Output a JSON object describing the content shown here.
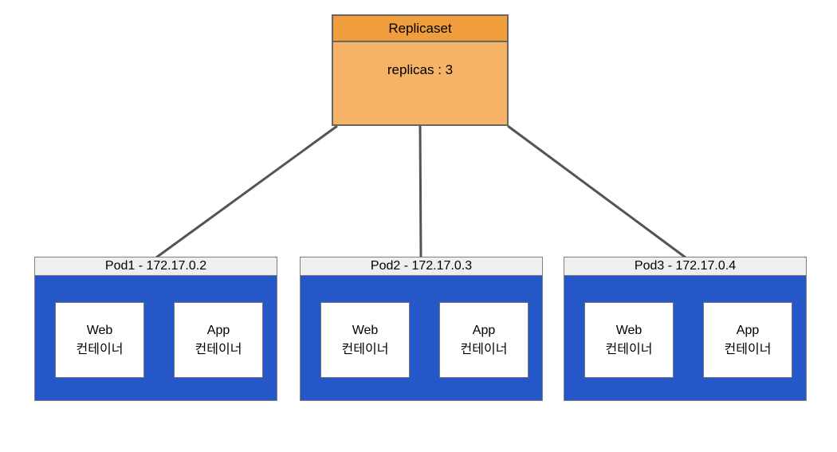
{
  "replicaset": {
    "title": "Replicaset",
    "replicas_label": "replicas : 3"
  },
  "pods": [
    {
      "title": "Pod1 - 172.17.0.2",
      "containers": [
        {
          "name": "Web",
          "label": "컨테이너"
        },
        {
          "name": "App",
          "label": "컨테이너"
        }
      ]
    },
    {
      "title": "Pod2 - 172.17.0.3",
      "containers": [
        {
          "name": "Web",
          "label": "컨테이너"
        },
        {
          "name": "App",
          "label": "컨테이너"
        }
      ]
    },
    {
      "title": "Pod3 - 172.17.0.4",
      "containers": [
        {
          "name": "Web",
          "label": "컨테이너"
        },
        {
          "name": "App",
          "label": "컨테이너"
        }
      ]
    }
  ],
  "colors": {
    "orange-header": "#F09E3D",
    "orange-body": "#F5B368",
    "pod-blue": "#2557C8",
    "pod-header-bg": "#EFEFEF",
    "connector-line": "#545454",
    "border-dark": "#666666",
    "border-mid": "#808080",
    "border-box": "#777777"
  }
}
